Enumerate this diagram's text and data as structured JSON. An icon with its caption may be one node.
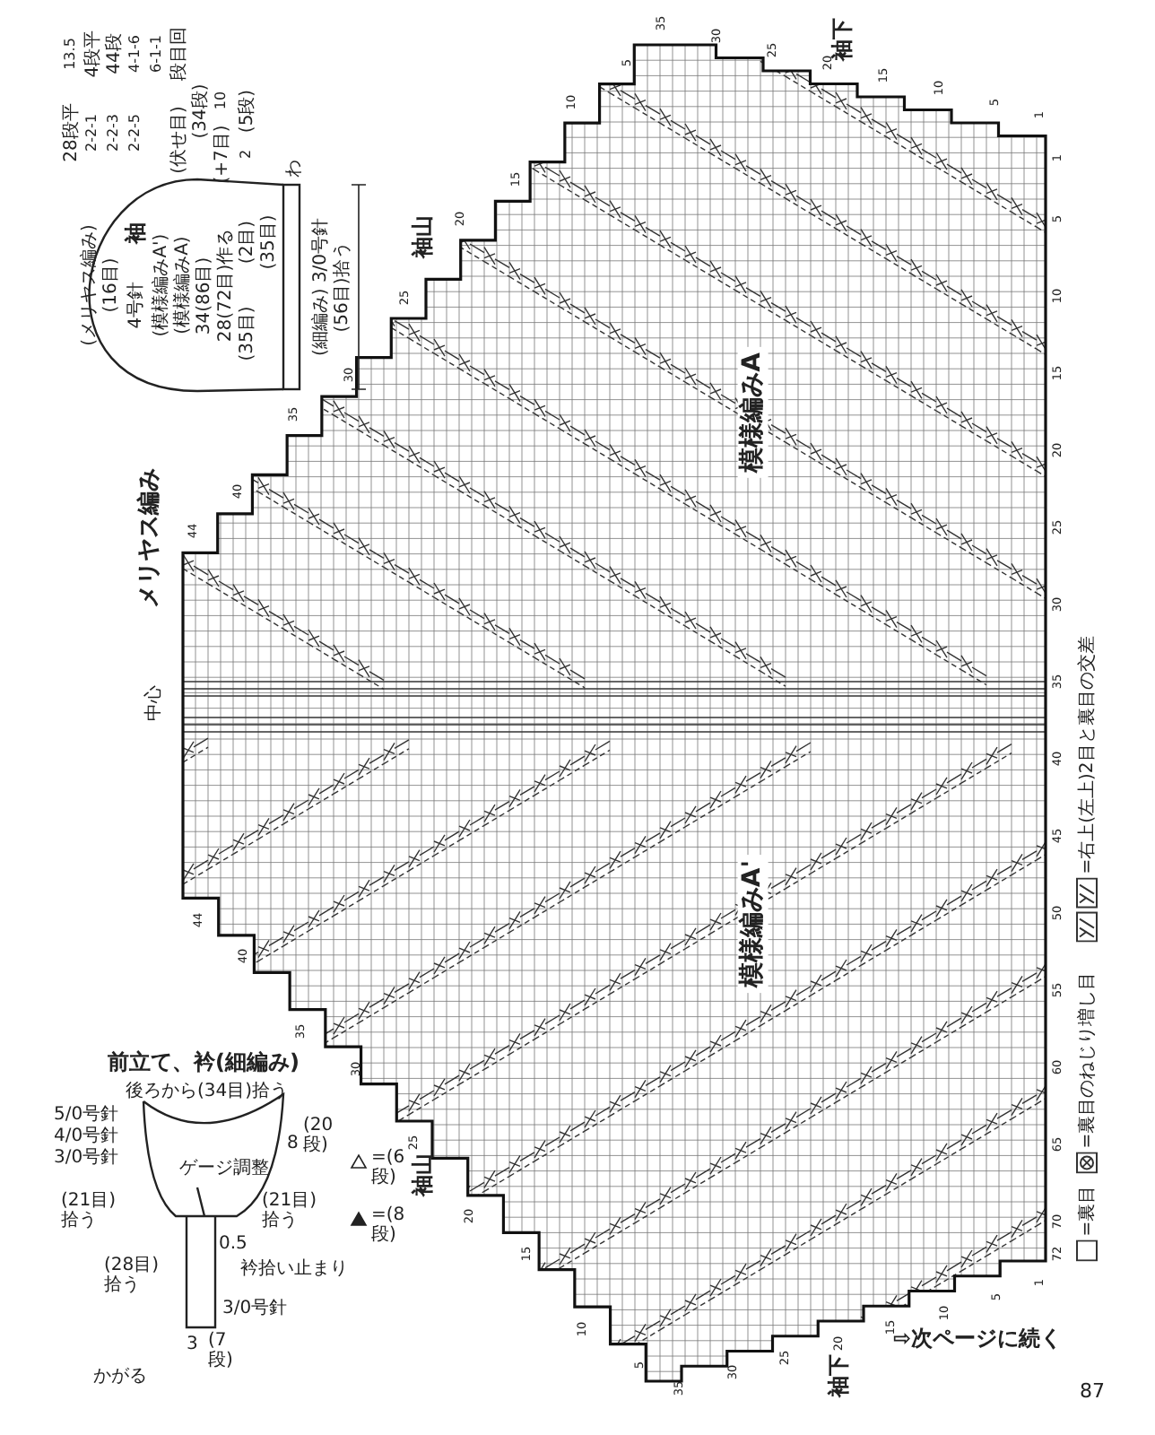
{
  "diagram": {
    "labels": [
      "13.5",
      "4段平",
      "44段",
      "4-1-6",
      "6-1-1",
      "段目回",
      "28段平",
      "2-2-1",
      "2-2-3",
      "2-2-5",
      "(伏せ目)",
      "(34段)",
      "10",
      "(+7目)",
      "(5段)",
      "2",
      "わ",
      "(メリヤス編み)",
      "(16目)",
      "袖",
      "4号針",
      "(模様編みA')",
      "(模様編みA)",
      "34(86目)",
      "28(72目)作る",
      "(2目)",
      "(35目)",
      "(35目)",
      "(細編み) 3/0号針",
      "(56目)拾う",
      "前立て、衿(細編み)",
      "後ろから(34目)拾う",
      "5/0号針",
      "4/0号針",
      "3/0号針",
      "8",
      "(20段)",
      "ゲージ調整",
      "(21目)拾う",
      "(21目)拾う",
      "0.5",
      "衿拾い止まり",
      "(28目)拾う",
      "3/0号針",
      "3",
      "(7段)",
      "かがる",
      "=(6段)",
      "=(8段)",
      "袖下",
      "袖山",
      "メリヤス編み",
      "中心",
      "模様編みA",
      "模様編みA'",
      "袖山",
      "袖下",
      "⇨次ページに続く",
      "87",
      "1",
      "5",
      "10",
      "15",
      "20",
      "25",
      "30",
      "35",
      "5",
      "10",
      "15",
      "20",
      "25",
      "30",
      "35",
      "40",
      "44",
      "1",
      "5",
      "10",
      "15",
      "20",
      "25",
      "30",
      "35",
      "40",
      "45",
      "50",
      "55",
      "60",
      "65",
      "70",
      "72",
      "35",
      "30",
      "25",
      "20",
      "15",
      "10",
      "5",
      "1",
      "5",
      "10",
      "15",
      "20",
      "25",
      "30",
      "35",
      "40",
      "44"
    ],
    "legend": [
      {
        "text": "=右上(左上)2目と裏目の交差"
      },
      {
        "text": "=裏目のねじり増し目"
      },
      {
        "text": "=裏目"
      }
    ]
  }
}
